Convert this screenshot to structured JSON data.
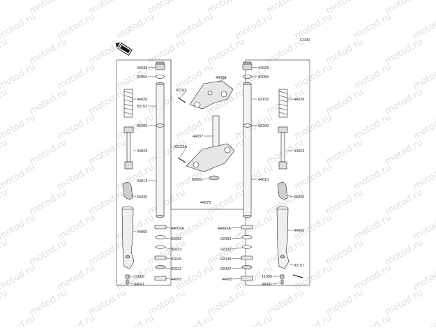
{
  "diagram": {
    "figure_code": "F2340",
    "watermark": "motod.ru",
    "part_labels": [
      {
        "id": "l-44039-l",
        "text": "44039"
      },
      {
        "id": "l-92055-l",
        "text": "92055"
      },
      {
        "id": "l-44026-l",
        "text": "44026"
      },
      {
        "id": "l-92152-l",
        "text": "92152"
      },
      {
        "id": "l-92200-l",
        "text": "92200"
      },
      {
        "id": "l-44023-l",
        "text": "44023"
      },
      {
        "id": "l-44013-l",
        "text": "44013"
      },
      {
        "id": "l-55020-l",
        "text": "55020"
      },
      {
        "id": "l-44005",
        "text": "44005"
      },
      {
        "id": "l-44065a-l",
        "text": "44065A"
      },
      {
        "id": "l-92093-l",
        "text": "92093"
      },
      {
        "id": "l-92033-l",
        "text": "92033"
      },
      {
        "id": "l-92049-l",
        "text": "92049"
      },
      {
        "id": "l-92022-l",
        "text": "92022"
      },
      {
        "id": "l-44065-l",
        "text": "44065"
      },
      {
        "id": "l-11009-l",
        "text": "11009"
      },
      {
        "id": "l-44041-l",
        "text": "44041"
      },
      {
        "id": "l-44039-c",
        "text": "44039"
      },
      {
        "id": "l-92153",
        "text": "92153"
      },
      {
        "id": "l-44037",
        "text": "44037"
      },
      {
        "id": "l-92153a",
        "text": "92153A"
      },
      {
        "id": "l-92066",
        "text": "92066"
      },
      {
        "id": "l-44075",
        "text": "44075"
      },
      {
        "id": "l-44029-r",
        "text": "44029"
      },
      {
        "id": "l-92055-r",
        "text": "92055"
      },
      {
        "id": "l-44026-r",
        "text": "44026"
      },
      {
        "id": "l-92152-r",
        "text": "92152"
      },
      {
        "id": "l-92200-r",
        "text": "92200"
      },
      {
        "id": "l-44023-r",
        "text": "44023"
      },
      {
        "id": "l-44013-r",
        "text": "44013"
      },
      {
        "id": "l-55020-r",
        "text": "55020"
      },
      {
        "id": "l-44006",
        "text": "44006"
      },
      {
        "id": "l-44065a-r",
        "text": "44065A"
      },
      {
        "id": "l-92093-r",
        "text": "92093"
      },
      {
        "id": "l-92033-r",
        "text": "92033"
      },
      {
        "id": "l-92049-r",
        "text": "92049"
      },
      {
        "id": "l-92022-r",
        "text": "92022"
      },
      {
        "id": "l-44065-r",
        "text": "44065"
      },
      {
        "id": "l-92151",
        "text": "92151"
      },
      {
        "id": "l-11009-r",
        "text": "11009"
      },
      {
        "id": "l-44041-r",
        "text": "44041"
      }
    ]
  }
}
